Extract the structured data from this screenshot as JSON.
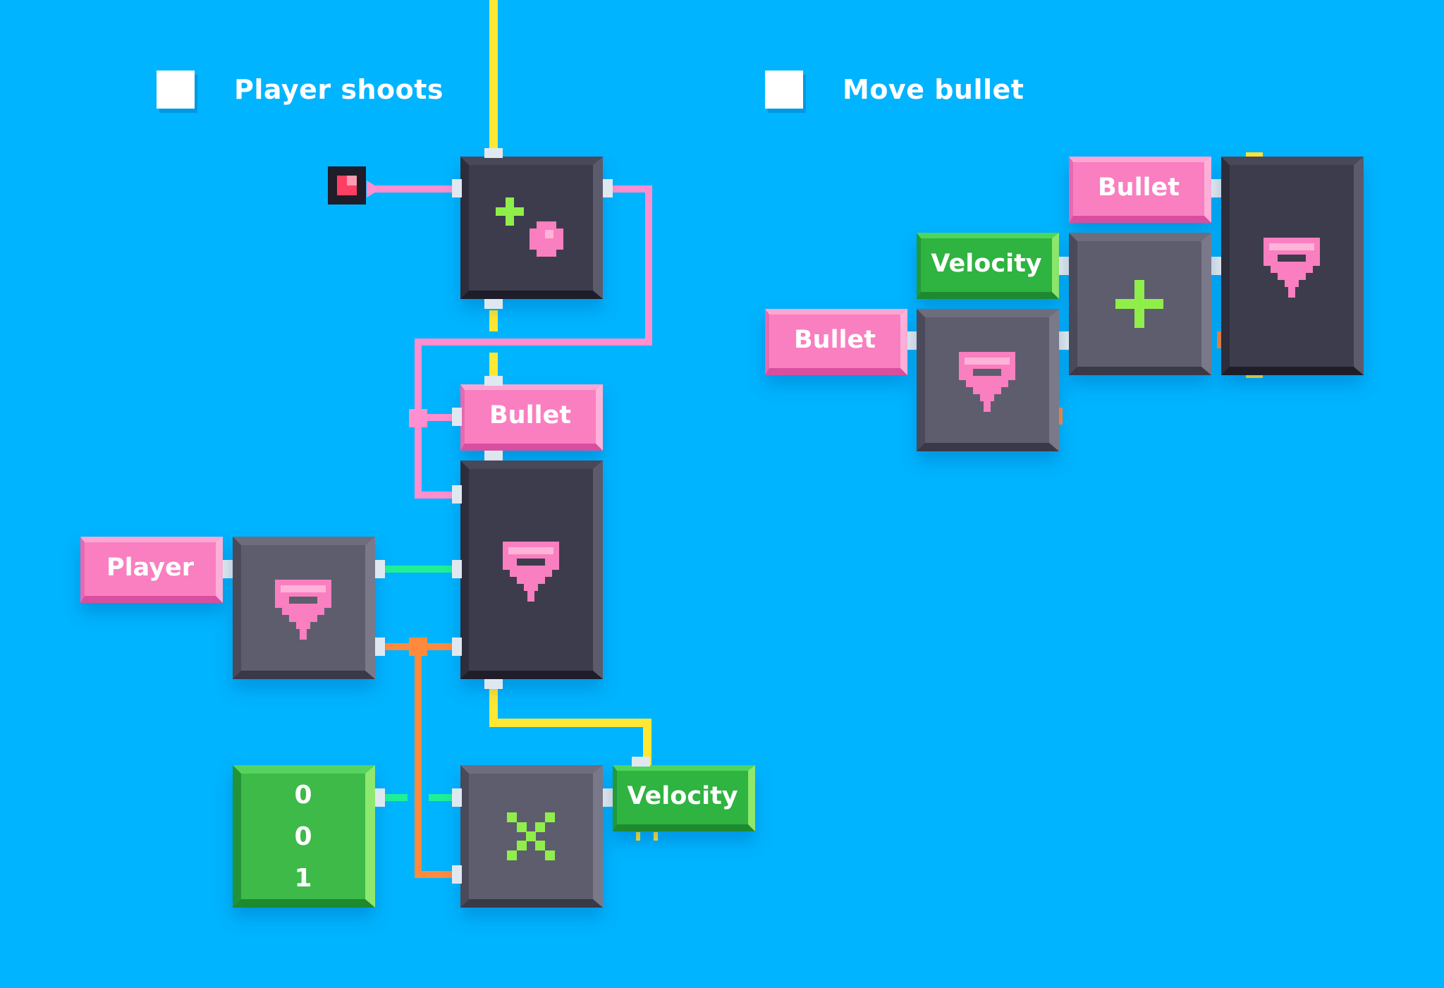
{
  "sections": [
    {
      "title": "Player shoots"
    },
    {
      "title": "Move bullet"
    }
  ],
  "labels": {
    "player": "Player",
    "bullet": "Bullet",
    "velocity": "Velocity"
  },
  "vector_node": {
    "values": [
      "0",
      "0",
      "1"
    ]
  },
  "colors": {
    "background": "#00b4ff",
    "flow_wire": "#ffe833",
    "entity_wire": "#ff8fcf",
    "vector_wire": "#1ff095",
    "number_wire": "#ff8a3d",
    "entity_label": "#f97fc0",
    "variable_label": "#2fb341"
  },
  "icons": {
    "spawn": "plus-with-dot-icon",
    "get": "pink-entity-pin-icon",
    "add": "plus-icon",
    "multiply": "cross-icon",
    "output": "red-square-output-icon"
  }
}
